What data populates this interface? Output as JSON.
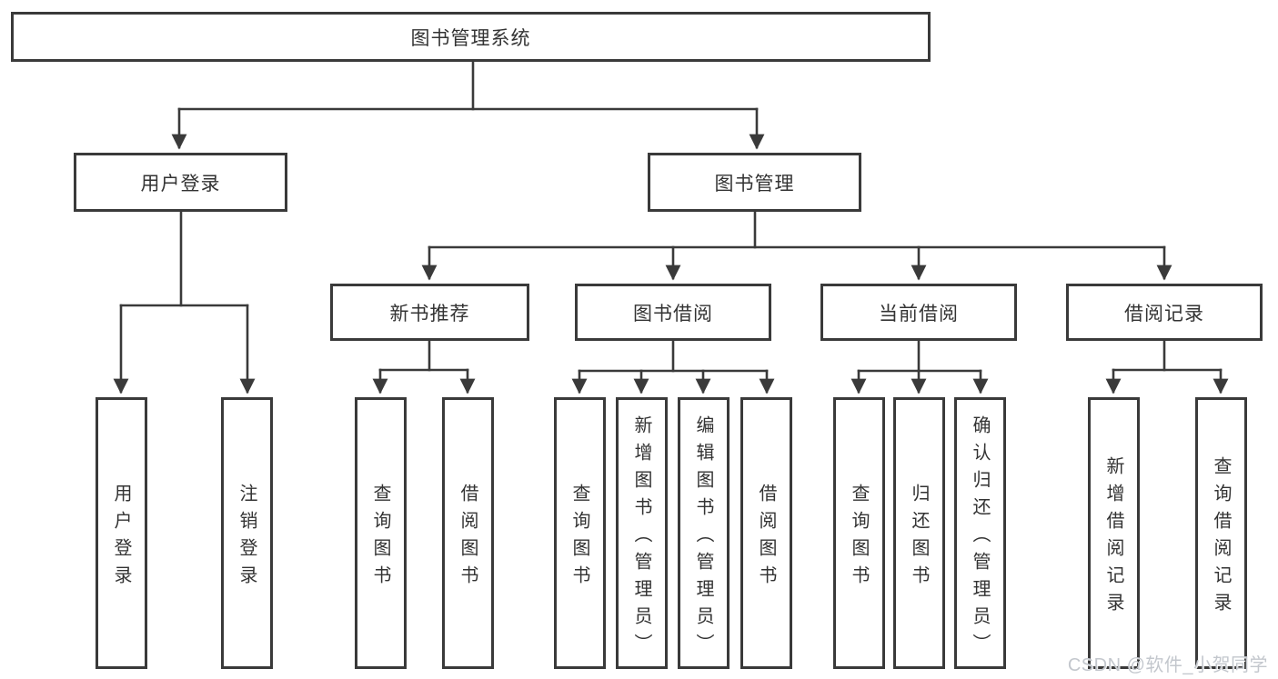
{
  "diagram": {
    "root": {
      "label": "图书管理系统"
    },
    "branches": [
      {
        "label": "用户登录",
        "children": [
          {
            "label": "用户登录"
          },
          {
            "label": "注销登录"
          }
        ]
      },
      {
        "label": "图书管理",
        "children": [
          {
            "label": "新书推荐",
            "children": [
              {
                "label": "查询图书"
              },
              {
                "label": "借阅图书"
              }
            ]
          },
          {
            "label": "图书借阅",
            "children": [
              {
                "label": "查询图书"
              },
              {
                "label": "新增图书（管理员）"
              },
              {
                "label": "编辑图书（管理员）"
              },
              {
                "label": "借阅图书"
              }
            ]
          },
          {
            "label": "当前借阅",
            "children": [
              {
                "label": "查询图书"
              },
              {
                "label": "归还图书"
              },
              {
                "label": "确认归还（管理员）"
              }
            ]
          },
          {
            "label": "借阅记录",
            "children": [
              {
                "label": "新增借阅记录"
              },
              {
                "label": "查询借阅记录"
              }
            ]
          }
        ]
      }
    ]
  },
  "watermark": {
    "text": "CSDN @软件_小贺同学"
  },
  "colors": {
    "line": "#3a3a3a",
    "text": "#333333",
    "watermark": "#c3c7cd",
    "background": "#ffffff"
  }
}
